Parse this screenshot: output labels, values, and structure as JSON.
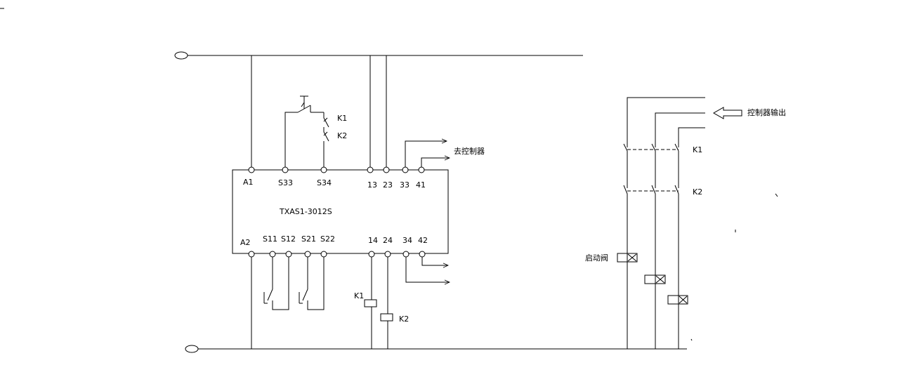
{
  "module": {
    "model": "TXAS1-3012S",
    "top_terminals": [
      "A1",
      "S33",
      "S34",
      "13",
      "23",
      "33",
      "41"
    ],
    "bottom_terminals": [
      "A2",
      "S11",
      "S12",
      "S21",
      "S22",
      "14",
      "24",
      "34",
      "42"
    ]
  },
  "labels": {
    "to_controller": "去控制器",
    "controller_output": "控制器输出",
    "start_valve": "启动阀",
    "relay_k1": "K1",
    "relay_k2": "K2"
  },
  "colors": {
    "line": "#000000",
    "background": "#ffffff"
  }
}
